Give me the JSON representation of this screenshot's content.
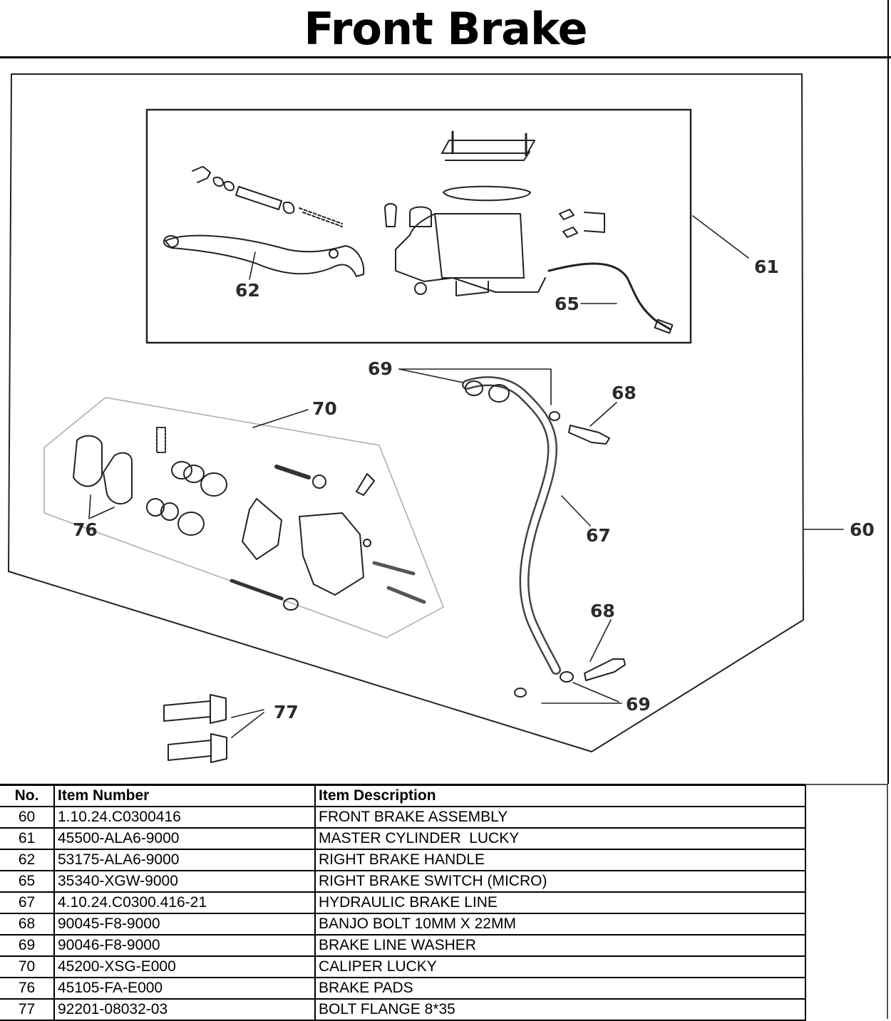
{
  "title": "Front Brake",
  "callouts": [
    "60",
    "61",
    "62",
    "65",
    "67",
    "68",
    "68",
    "69",
    "69",
    "70",
    "76",
    "77"
  ],
  "table": {
    "headers": [
      "No.",
      "Item Number",
      "Item Description"
    ],
    "rows": [
      [
        "60",
        "1.10.24.C0300416",
        "FRONT BRAKE ASSEMBLY"
      ],
      [
        "61",
        "45500-ALA6-9000",
        "MASTER CYLINDER  LUCKY"
      ],
      [
        "62",
        "53175-ALA6-9000",
        "RIGHT BRAKE HANDLE"
      ],
      [
        "65",
        "35340-XGW-9000",
        "RIGHT BRAKE SWITCH (MICRO)"
      ],
      [
        "67",
        "4.10.24.C0300.416-21",
        "HYDRAULIC BRAKE LINE"
      ],
      [
        "68",
        "90045-F8-9000",
        "BANJO BOLT 10MM X 22MM"
      ],
      [
        "69",
        "90046-F8-9000",
        "BRAKE LINE WASHER"
      ],
      [
        "70",
        "45200-XSG-E000",
        "CALIPER LUCKY"
      ],
      [
        "76",
        "45105-FA-E000",
        "BRAKE PADS"
      ],
      [
        "77",
        "92201-08032-03",
        "BOLT FLANGE 8*35"
      ]
    ]
  }
}
